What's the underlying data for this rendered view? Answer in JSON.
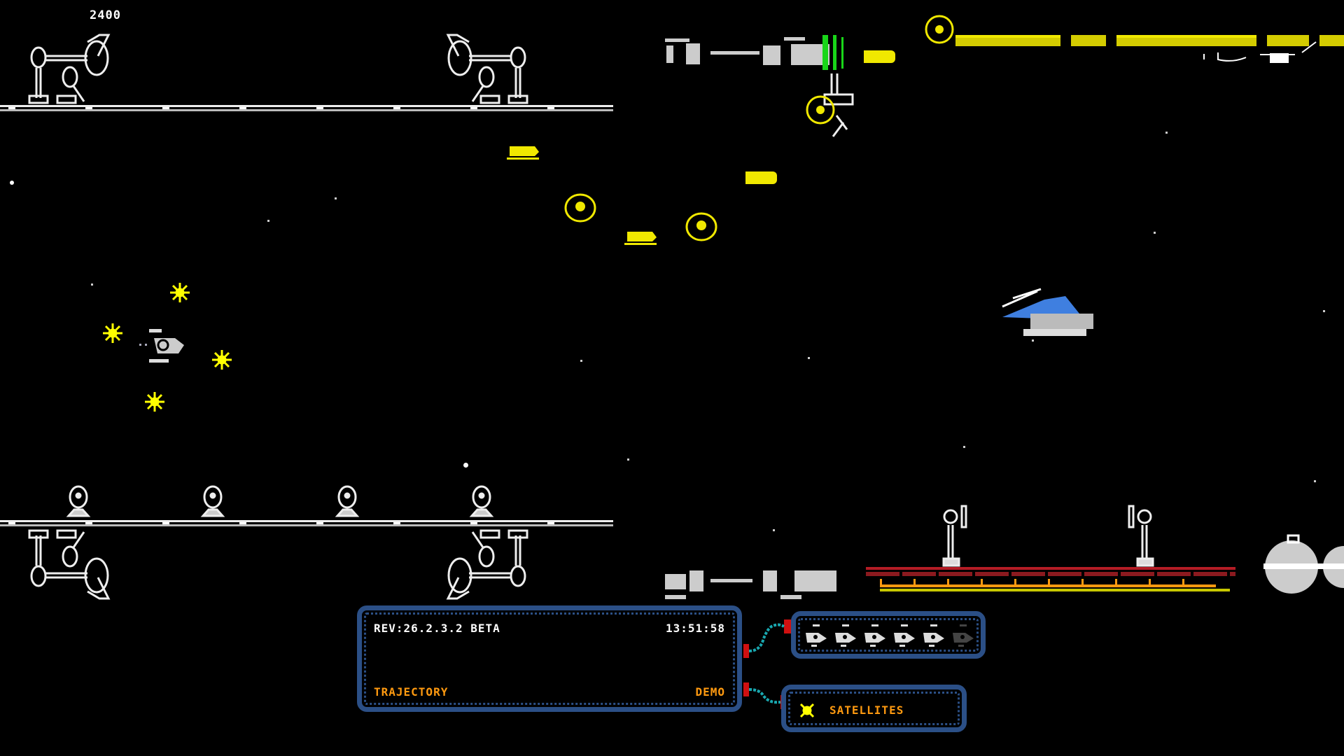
{
  "hud": {
    "score": "2400"
  },
  "status_panel": {
    "version": "REV:26.2.3.2  BETA",
    "clock": "13:51:58",
    "mode_label": "TRAJECTORY",
    "mode_value": "DEMO"
  },
  "lives_panel": {
    "total": 6,
    "remaining": 5,
    "icon": "ship-icon"
  },
  "weapon_panel": {
    "icon": "satellite-icon",
    "label": "SATELLITES"
  },
  "colors": {
    "panel_border": "#2b4f86",
    "hud_text": "#ffffff",
    "accent_orange": "#ff9a10",
    "enemy_yellow": "#f0e800",
    "laser_green": "#19d619",
    "player_blue": "#3f7fe0",
    "cable_cyan": "#19a8b0",
    "connector_red": "#d01010"
  },
  "scene": {
    "player": "player-ship",
    "satellite_orbs": 4,
    "enemy_formation": [
      "disc",
      "pod",
      "disc",
      "pod",
      "disc"
    ],
    "boss": "blue-cruiser"
  }
}
